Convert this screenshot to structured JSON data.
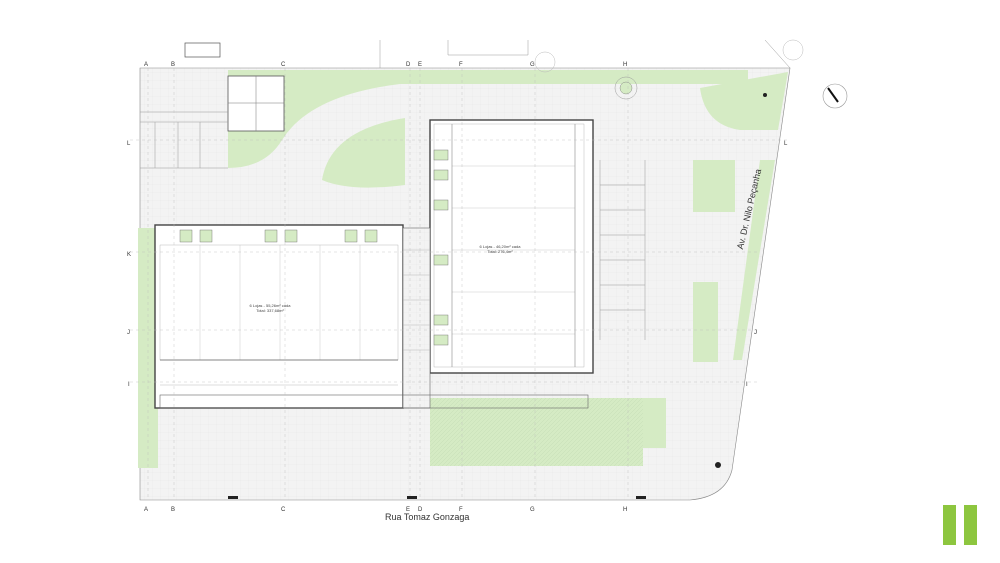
{
  "plan": {
    "street_bottom": "Rua Tomaz Gonzaga",
    "street_right": "Av. Dr. Nilo Peçanha",
    "store_left": {
      "line1": "6 Lojas - 55,26m² cada",
      "line2": "Total: 337,68m²"
    },
    "store_right": {
      "line1": "6 Lojas - 46,20m² cada",
      "line2": "Total: 276,4m²"
    },
    "grid_top": [
      "A",
      "B",
      "C",
      "D",
      "E",
      "F",
      "G",
      "H"
    ],
    "grid_bottom": [
      "A",
      "B",
      "C",
      "E",
      "D",
      "F",
      "G",
      "H"
    ],
    "grid_side": [
      "L",
      "K",
      "J",
      "I"
    ]
  },
  "colors": {
    "landscape_green": "#d5ebc4",
    "accent_green": "#8dc63f",
    "line": "#5a5a5a"
  },
  "icons": [
    "north-arrow-icon",
    "logo-mark-icon"
  ]
}
